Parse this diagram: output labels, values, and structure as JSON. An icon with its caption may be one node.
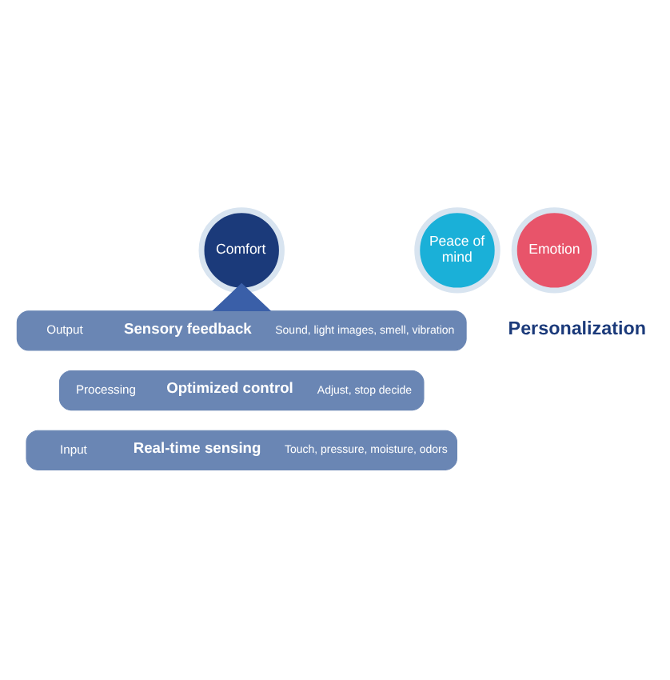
{
  "diagram": {
    "nodes": [
      {
        "text": [
          "Peace of mind"
        ]
      },
      {
        "text": [
          "Comfort"
        ]
      },
      {
        "text": [
          "Emotion"
        ]
      },
      {
        "text": [
          "Output",
          "Sensory feedback",
          "Sound, light images, smell, vibration"
        ]
      },
      {
        "text": [
          "Processing",
          "Optimized control",
          "Adjust, stop decide"
        ]
      },
      {
        "text": [
          "Input",
          "Real-time sensing",
          "Touch, pressure, moisture, odors"
        ]
      }
    ],
    "edges": [
      {
        "from": 3,
        "to": 1,
        "arrow": "to",
        "style": "thick"
      }
    ],
    "labels": [
      "Personalization"
    ]
  }
}
